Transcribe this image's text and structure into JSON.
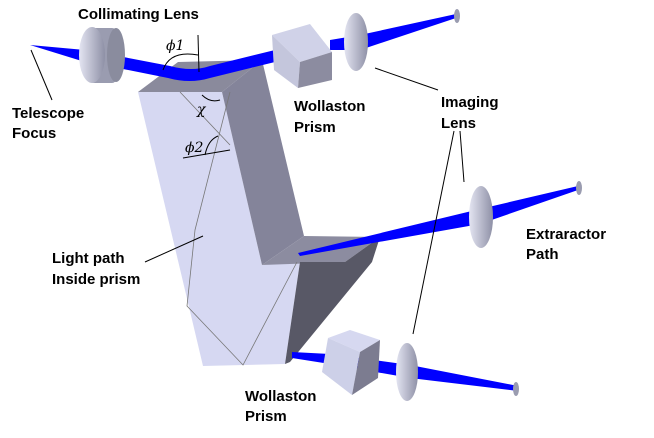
{
  "labels": {
    "collimating_lens": "Collimating Lens",
    "telescope_focus": [
      "Telescope",
      "Focus"
    ],
    "phi1": "ϕ1",
    "chi": "χ",
    "phi2": "ϕ2",
    "wollaston_top": [
      "Wollaston",
      "Prism"
    ],
    "imaging_lens": [
      "Imaging",
      "Lens"
    ],
    "extractor_path": [
      "Extraractor",
      "Path"
    ],
    "light_path": [
      "Light path",
      "Inside prism"
    ],
    "wollaston_bottom": [
      "Wollaston",
      "Prism"
    ]
  },
  "colors": {
    "beam": "#0000ff",
    "prism_light": "#d6d8f2",
    "prism_mid": "#8a8a9c",
    "prism_dark": "#585866",
    "lens": "#b4b6cc"
  }
}
